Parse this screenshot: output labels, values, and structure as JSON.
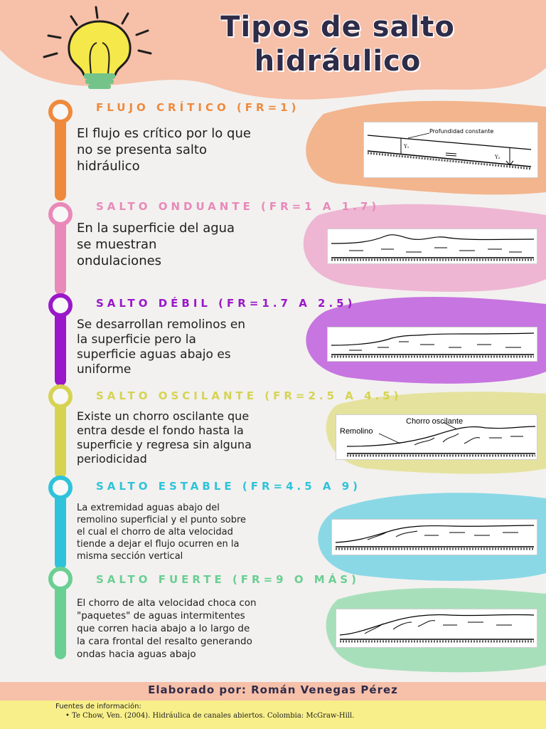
{
  "header": {
    "title_line1": "Tipos de salto",
    "title_line2": "hidráulico"
  },
  "sections": [
    {
      "title": "FLUJO CRÍTICO (FR=1)",
      "text": [
        "El flujo es crítico por lo que",
        "no se presenta salto",
        "hidráulico"
      ],
      "color": "#ef8a3c",
      "blob_color": "#f3b58d",
      "diagram_labels": {
        "top": "Profundidad constante",
        "y1": "Y₁",
        "y2": "Y₂",
        "eq": "="
      }
    },
    {
      "title": "SALTO ONDUANTE (FR=1 A 1.7)",
      "text": [
        "En la superficie del agua",
        "se muestran",
        "ondulaciones"
      ],
      "color": "#e889b9",
      "blob_color": "#eeb6d3"
    },
    {
      "title": "SALTO DÉBIL (FR=1.7 A 2.5)",
      "text": [
        "Se desarrollan remolinos en",
        "la superficie  pero la",
        "superficie aguas abajo es",
        "uniforme"
      ],
      "color": "#9a18c9",
      "blob_color": "#c775e0"
    },
    {
      "title": "SALTO OSCILANTE (FR=2.5 A 4.5)",
      "text": [
        "Existe un chorro oscilante que",
        "entra desde el fondo hasta la",
        "superficie y regresa sin alguna",
        "periodicidad"
      ],
      "color": "#d6d353",
      "blob_color": "#e5e29e",
      "diagram_labels": {
        "a": "Chorro oscilante",
        "b": "Remolino"
      }
    },
    {
      "title": "SALTO ESTABLE (FR=4.5 A 9)",
      "text": [
        "La extremidad aguas abajo del",
        "remolino superficial y el punto sobre",
        "el cual el chorro de alta velocidad",
        "tiende a dejar el flujo ocurren en la",
        "misma sección vertical"
      ],
      "color": "#2ec3da",
      "blob_color": "#8ad8e6"
    },
    {
      "title": "SALTO FUERTE (FR=9 O MÁS)",
      "text": [
        "El chorro de alta velocidad choca con",
        "\"paquetes\" de aguas intermitentes",
        "que corren hacia abajo a lo largo de",
        "la cara frontal del resalto generando",
        "ondas hacia aguas abajo"
      ],
      "color": "#6acf92",
      "blob_color": "#a8dfbb"
    }
  ],
  "footer": {
    "author": "Elaborado por: Román Venegas Pérez",
    "refs_title": "Fuentes de información:",
    "ref1": "Te Chow, Ven. (2004). Hidráulica de canales abiertos. Colombia: McGraw-Hill."
  }
}
